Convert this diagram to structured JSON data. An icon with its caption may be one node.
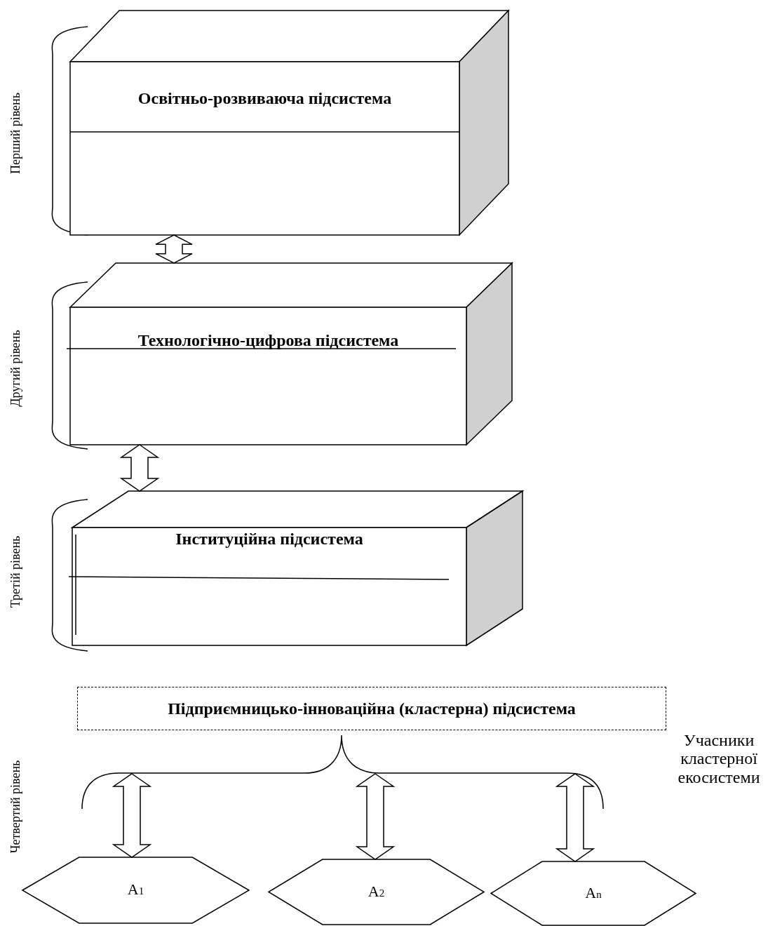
{
  "diagram": {
    "nodes": [
      {
        "text": [
          "Освітньо-розвиваюча підсистема"
        ]
      },
      {
        "text": [
          "Технологічно-цифрова підсистема"
        ]
      },
      {
        "text": [
          "Інституційна підсистема"
        ]
      },
      {
        "text": [
          "Підприємницько-інноваційна (кластерна) підсистема"
        ]
      },
      {
        "text": [
          "A$_{1}$"
        ]
      },
      {
        "text": [
          "A$_{2}$"
        ]
      },
      {
        "text": [
          "A$_{n}$"
        ]
      }
    ],
    "edges": [
      {
        "from": 0,
        "to": 1,
        "arrow": "both"
      },
      {
        "from": 1,
        "to": 2,
        "arrow": "both"
      },
      {
        "from": 3,
        "to": 4,
        "arrow": "both"
      },
      {
        "from": 3,
        "to": 5,
        "arrow": "both"
      },
      {
        "from": 3,
        "to": 6,
        "arrow": "both"
      }
    ],
    "labels": [
      "Перший рівень",
      "Другий рівень",
      "Третій рівень",
      "Четвертий рівень",
      "Учасники кластерної екосистеми"
    ]
  }
}
